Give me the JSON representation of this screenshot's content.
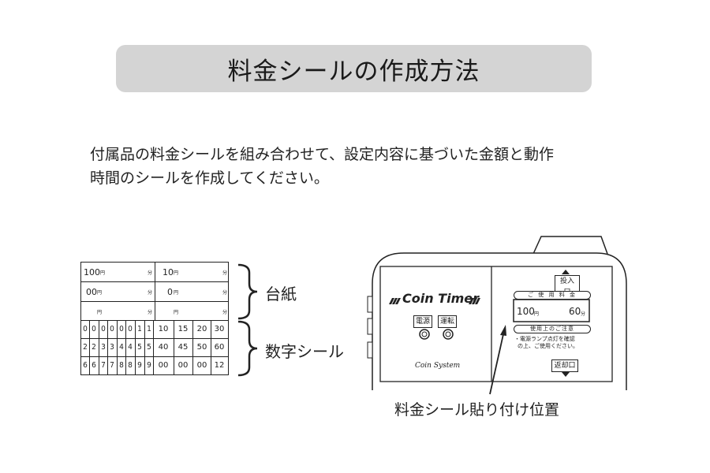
{
  "title": "料金シールの作成方法",
  "intro": {
    "line1": "付属品の料金シールを組み合わせて、設定内容に基づいた金額と動作",
    "line2": "時間のシールを作成してください。"
  },
  "sheet": {
    "base_rows": [
      {
        "left_value": "100",
        "right_value": "10"
      },
      {
        "left_value": "00",
        "right_value": "0"
      },
      {
        "left_value": "",
        "right_value": ""
      }
    ],
    "yen_unit": "円",
    "min_unit": "分",
    "digit_rows": [
      [
        "0",
        "0",
        "0",
        "0",
        "0",
        "0",
        "1",
        "1"
      ],
      [
        "2",
        "2",
        "3",
        "3",
        "4",
        "4",
        "5",
        "5"
      ],
      [
        "6",
        "6",
        "7",
        "7",
        "8",
        "8",
        "9",
        "9"
      ]
    ],
    "number_rows": [
      [
        "10",
        "15",
        "20",
        "30"
      ],
      [
        "40",
        "45",
        "50",
        "60"
      ],
      [
        "00",
        "00",
        "00",
        "12"
      ]
    ]
  },
  "labels": {
    "base_paper": "台紙",
    "digit_stickers": "数字シール"
  },
  "device": {
    "logo": "Coin Timer",
    "brand": "Coin System",
    "power_button": "電源",
    "run_button": "運転",
    "insert_label": "投入口",
    "return_label": "返却口",
    "usage_fee_label": "ご 使 用 料 金",
    "display_price": "100",
    "display_price_unit": "円",
    "display_time": "60",
    "display_time_unit": "分",
    "notice_label": "使用上のご注意",
    "notice_line1": "・電源ランプ点灯を確認",
    "notice_line2": "の上、ご使用ください。"
  },
  "caption": "料金シール貼り付け位置"
}
